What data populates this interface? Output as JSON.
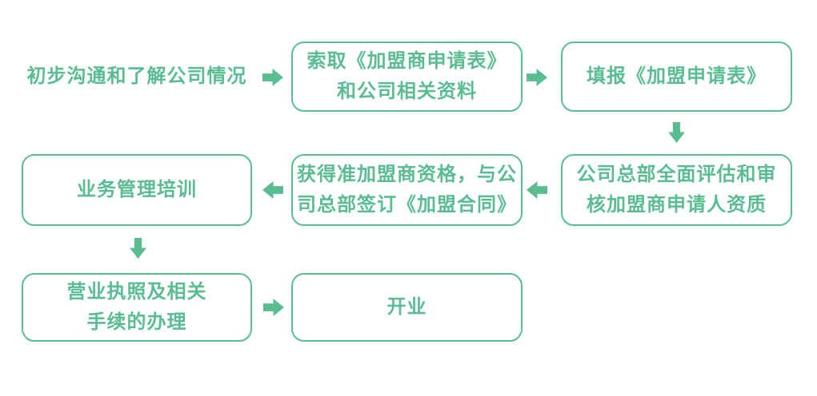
{
  "flowchart": {
    "accent_color": "#5abd92",
    "background_color": "#ffffff",
    "steps": [
      {
        "key": "intro",
        "label": "初步沟通和了解公司情况"
      },
      {
        "key": "request-form",
        "label": "索取《加盟商申请表》\n和公司相关资料"
      },
      {
        "key": "fill-form",
        "label": "填报《加盟申请表》"
      },
      {
        "key": "evaluate",
        "label": "公司总部全面评估和审\n核加盟商申请人资质"
      },
      {
        "key": "sign-contract",
        "label": "获得准加盟商资格，与公\n司总部签订《加盟合同》"
      },
      {
        "key": "training",
        "label": "业务管理培训"
      },
      {
        "key": "license",
        "label": "营业执照及相关\n手续的办理"
      },
      {
        "key": "opening",
        "label": "开业"
      }
    ]
  }
}
